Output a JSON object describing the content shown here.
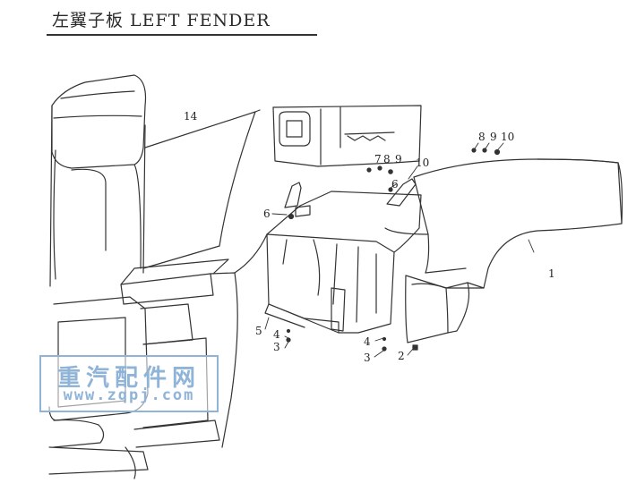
{
  "header": {
    "title": "左翼子板 LEFT FENDER"
  },
  "callouts": {
    "c1": "1",
    "c2": "2",
    "c3a": "3",
    "c3b": "3",
    "c4a": "4",
    "c4b": "4",
    "c5": "5",
    "c6a": "6",
    "c6b": "6",
    "c7": "7",
    "c8a": "8",
    "c8b": "8",
    "c9a": "9",
    "c9b": "9",
    "c10a": "10",
    "c10b": "10",
    "c14": "14"
  },
  "watermark": {
    "name": "重汽配件网",
    "url": "www.zqpj.com"
  }
}
